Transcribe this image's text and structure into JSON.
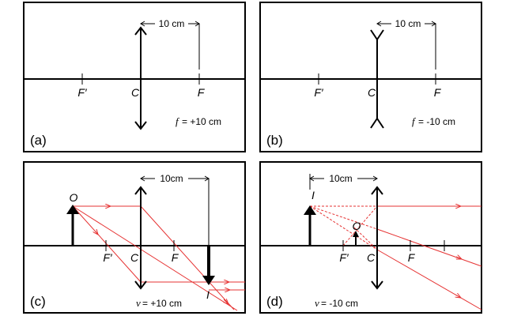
{
  "panels": {
    "a": {
      "tag": "(a)",
      "dist": "10 cm",
      "fprime": "F′",
      "center": "C",
      "focus": "F",
      "focal_var": "f",
      "focal_val": "= +10 cm"
    },
    "b": {
      "tag": "(b)",
      "dist": "10 cm",
      "fprime": "F′",
      "center": "C",
      "focus": "F",
      "focal_var": "f",
      "focal_val": "= -10 cm"
    },
    "c": {
      "tag": "(c)",
      "dist": "10cm",
      "fprime": "F′",
      "center": "C",
      "focus": "F",
      "object": "O",
      "image": "I",
      "v_var": "v",
      "v_val": "= +10 cm"
    },
    "d": {
      "tag": "(d)",
      "dist": "10cm",
      "fprime": "F′",
      "center": "C",
      "focus": "F",
      "object": "O",
      "image": "I",
      "v_var": "v",
      "v_val": "= -10 cm"
    }
  },
  "colors": {
    "ray": "#e63333",
    "frame": "#000000"
  }
}
